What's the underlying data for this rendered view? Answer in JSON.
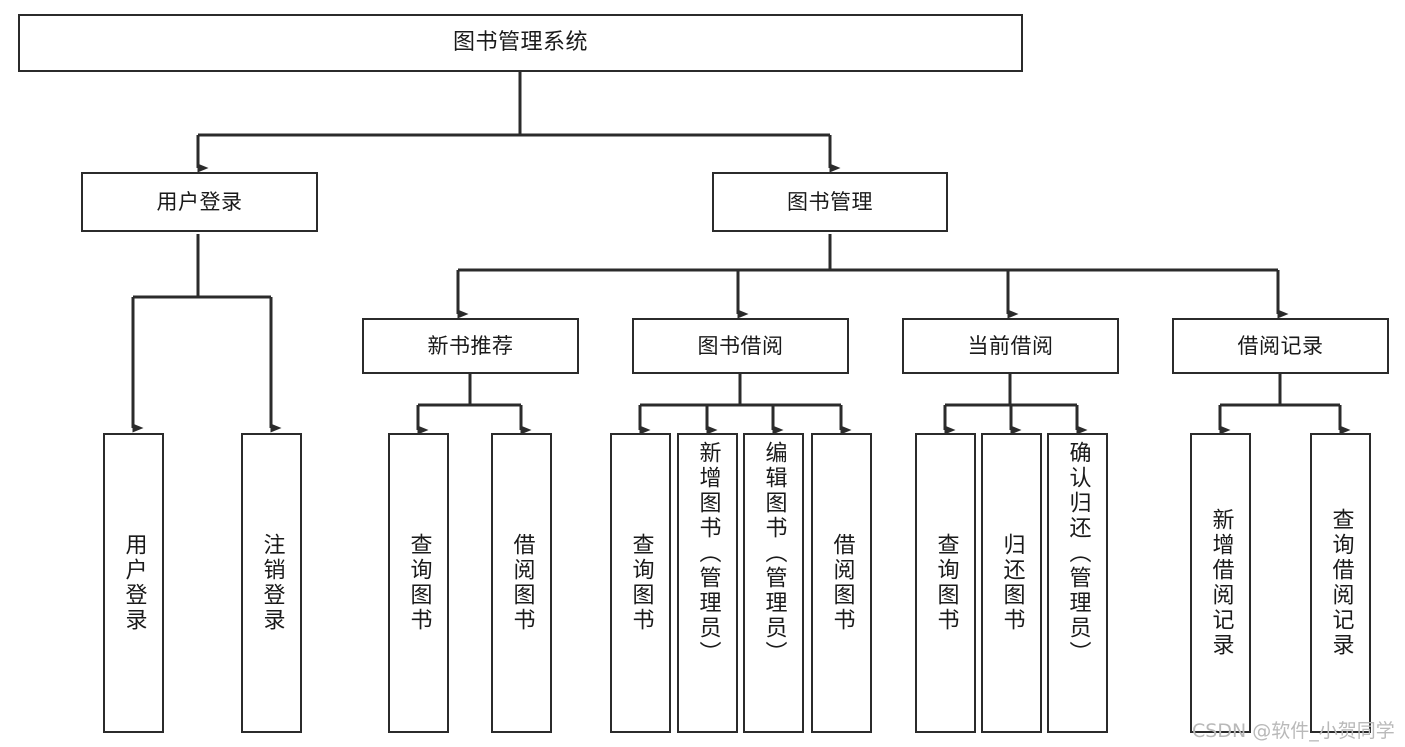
{
  "diagram": {
    "type": "tree",
    "title": "图书管理系统",
    "orientation": "top-down",
    "colors": {
      "stroke": "#2b2b2b",
      "fill": "#ffffff",
      "text": "#1a1a1a",
      "watermark": "#b9b9b9"
    },
    "nodes": [
      {
        "id": "root",
        "label": "图书管理系统",
        "level": 0,
        "orientation": "horizontal"
      },
      {
        "id": "user-login",
        "label": "用户登录",
        "level": 1,
        "orientation": "horizontal"
      },
      {
        "id": "book-manage",
        "label": "图书管理",
        "level": 1,
        "orientation": "horizontal"
      },
      {
        "id": "new-book-rec",
        "label": "新书推荐",
        "level": 2,
        "orientation": "horizontal"
      },
      {
        "id": "book-borrow",
        "label": "图书借阅",
        "level": 2,
        "orientation": "horizontal"
      },
      {
        "id": "current-borrow",
        "label": "当前借阅",
        "level": 2,
        "orientation": "horizontal"
      },
      {
        "id": "borrow-record",
        "label": "借阅记录",
        "level": 2,
        "orientation": "horizontal"
      },
      {
        "id": "leaf-login",
        "label": "用户登录",
        "level": 2,
        "orientation": "vertical"
      },
      {
        "id": "leaf-logout",
        "label": "注销登录",
        "level": 2,
        "orientation": "vertical"
      },
      {
        "id": "leaf-rec-query",
        "label": "查询图书",
        "level": 3,
        "orientation": "vertical"
      },
      {
        "id": "leaf-rec-borrow",
        "label": "借阅图书",
        "level": 3,
        "orientation": "vertical"
      },
      {
        "id": "leaf-bb-query",
        "label": "查询图书",
        "level": 3,
        "orientation": "vertical"
      },
      {
        "id": "leaf-bb-add",
        "label": "新增图书（管理员）",
        "level": 3,
        "orientation": "vertical"
      },
      {
        "id": "leaf-bb-edit",
        "label": "编辑图书（管理员）",
        "level": 3,
        "orientation": "vertical"
      },
      {
        "id": "leaf-bb-borrow",
        "label": "借阅图书",
        "level": 3,
        "orientation": "vertical"
      },
      {
        "id": "leaf-cb-query",
        "label": "查询图书",
        "level": 3,
        "orientation": "vertical"
      },
      {
        "id": "leaf-cb-return",
        "label": "归还图书",
        "level": 3,
        "orientation": "vertical"
      },
      {
        "id": "leaf-cb-confirm",
        "label": "确认归还（管理员）",
        "level": 3,
        "orientation": "vertical"
      },
      {
        "id": "leaf-br-add",
        "label": "新增借阅记录",
        "level": 3,
        "orientation": "vertical"
      },
      {
        "id": "leaf-br-query",
        "label": "查询借阅记录",
        "level": 3,
        "orientation": "vertical"
      }
    ],
    "edges": [
      {
        "from": "root",
        "to": "user-login"
      },
      {
        "from": "root",
        "to": "book-manage"
      },
      {
        "from": "user-login",
        "to": "leaf-login"
      },
      {
        "from": "user-login",
        "to": "leaf-logout"
      },
      {
        "from": "book-manage",
        "to": "new-book-rec"
      },
      {
        "from": "book-manage",
        "to": "book-borrow"
      },
      {
        "from": "book-manage",
        "to": "current-borrow"
      },
      {
        "from": "book-manage",
        "to": "borrow-record"
      },
      {
        "from": "new-book-rec",
        "to": "leaf-rec-query"
      },
      {
        "from": "new-book-rec",
        "to": "leaf-rec-borrow"
      },
      {
        "from": "book-borrow",
        "to": "leaf-bb-query"
      },
      {
        "from": "book-borrow",
        "to": "leaf-bb-add"
      },
      {
        "from": "book-borrow",
        "to": "leaf-bb-edit"
      },
      {
        "from": "book-borrow",
        "to": "leaf-bb-borrow"
      },
      {
        "from": "current-borrow",
        "to": "leaf-cb-query"
      },
      {
        "from": "current-borrow",
        "to": "leaf-cb-return"
      },
      {
        "from": "current-borrow",
        "to": "leaf-cb-confirm"
      },
      {
        "from": "borrow-record",
        "to": "leaf-br-add"
      },
      {
        "from": "borrow-record",
        "to": "leaf-br-query"
      }
    ]
  },
  "watermark": {
    "text": "CSDN @软件_小贺同学"
  }
}
